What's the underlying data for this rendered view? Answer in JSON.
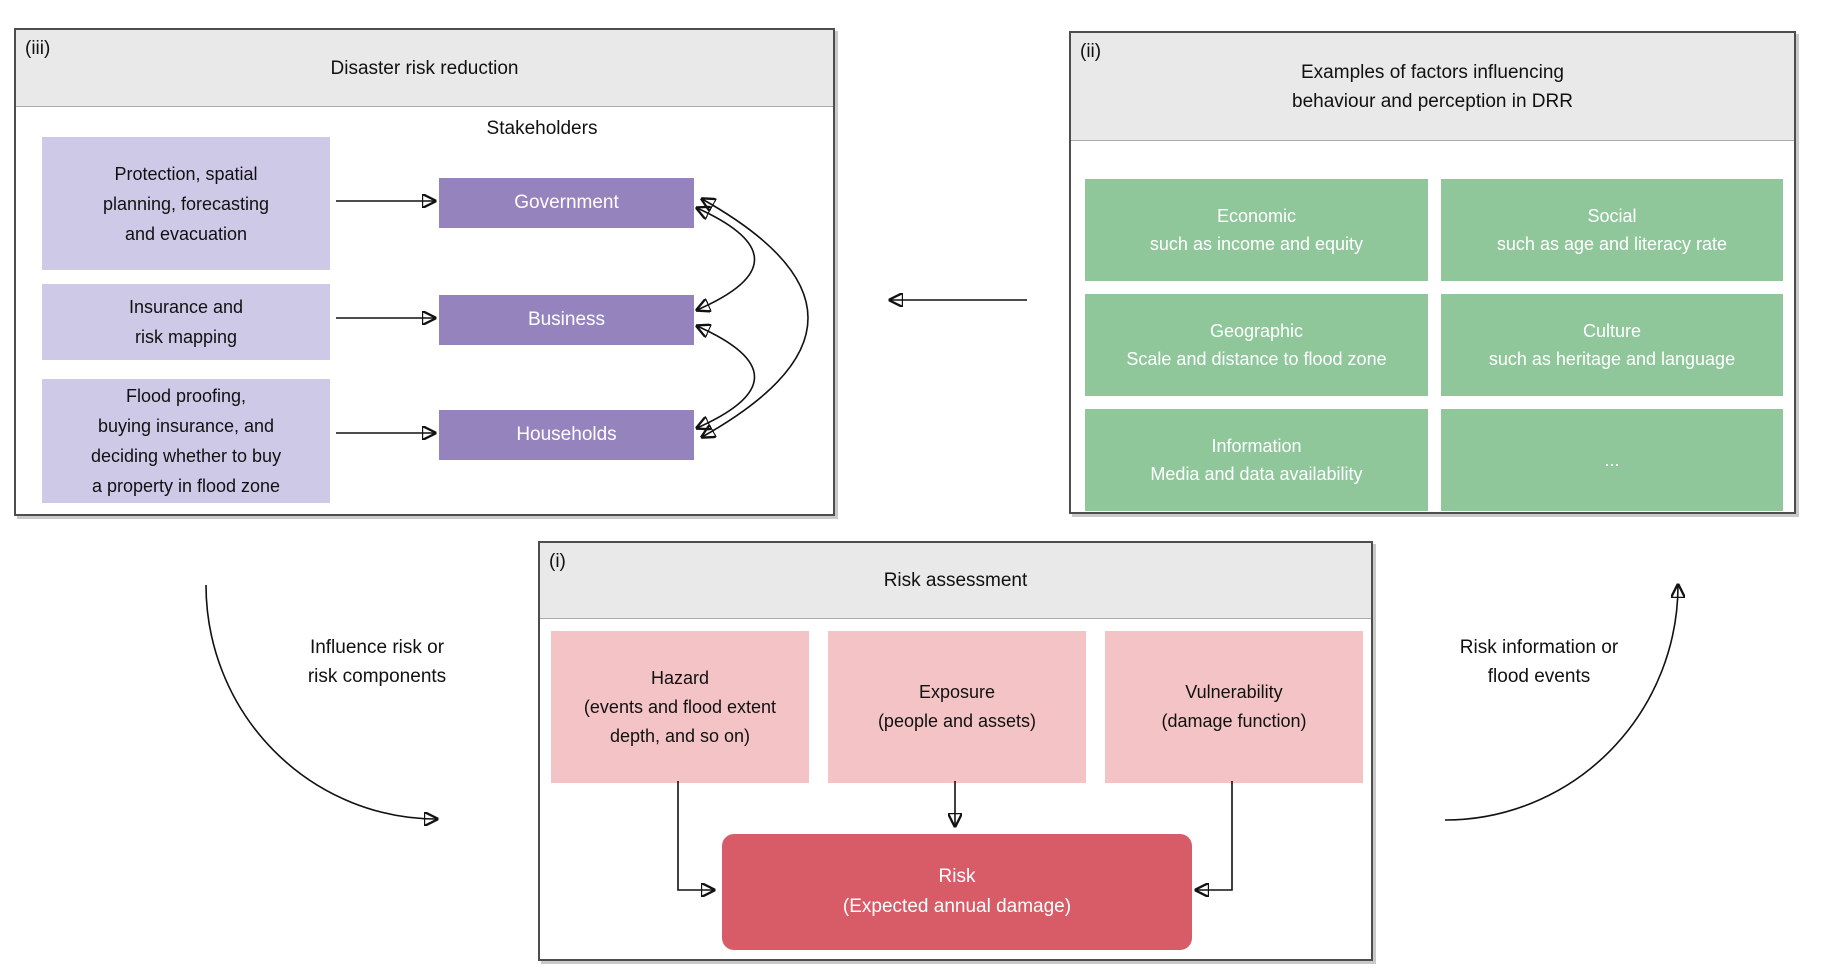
{
  "colors": {
    "header-gray": "#e9e9e9",
    "panel-border": "#4d4d4d",
    "purple-light": "#cfc9e8",
    "purple-dark": "#9583be",
    "green": "#8fc79b",
    "pink-light": "#f4c3c6",
    "red": "#d85c68",
    "arrow": "#111111"
  },
  "panels": {
    "disaster_risk_reduction": {
      "tag": "(iii)",
      "title": "Disaster risk reduction",
      "stakeholders_label": "Stakeholders",
      "measures": [
        {
          "lines": [
            "Protection, spatial",
            "planning, forecasting",
            "and evacuation"
          ]
        },
        {
          "lines": [
            "Insurance and",
            "risk mapping"
          ]
        },
        {
          "lines": [
            "Flood proofing,",
            "buying insurance, and",
            "deciding whether to buy",
            "a property in flood zone"
          ]
        }
      ],
      "stakeholders": [
        {
          "label": "Government"
        },
        {
          "label": "Business"
        },
        {
          "label": "Households"
        }
      ]
    },
    "factors": {
      "tag": "(ii)",
      "title_lines": [
        "Examples of factors influencing",
        "behaviour and perception in DRR"
      ],
      "boxes": [
        {
          "title": "Economic",
          "subtitle": "such as income and equity"
        },
        {
          "title": "Social",
          "subtitle": "such as age and literacy rate"
        },
        {
          "title": "Geographic",
          "subtitle": "Scale and distance to flood zone"
        },
        {
          "title": "Culture",
          "subtitle": "such as heritage and language"
        },
        {
          "title": "Information",
          "subtitle": "Media and data availability"
        },
        {
          "title": "...",
          "subtitle": ""
        }
      ]
    },
    "risk_assessment": {
      "tag": "(i)",
      "title": "Risk assessment",
      "components": [
        {
          "title": "Hazard",
          "subtitle_lines": [
            "(events and flood extent",
            "depth, and so on)"
          ]
        },
        {
          "title": "Exposure",
          "subtitle_lines": [
            "(people and assets)"
          ]
        },
        {
          "title": "Vulnerability",
          "subtitle_lines": [
            "(damage function)"
          ]
        }
      ],
      "result": {
        "title": "Risk",
        "subtitle_lines": [
          "(Expected annual damage)"
        ]
      }
    }
  },
  "flow_labels": {
    "influence": {
      "lines": [
        "Influence risk or",
        "risk components"
      ]
    },
    "feedback": {
      "lines": [
        "Risk information or",
        "flood events"
      ]
    }
  }
}
